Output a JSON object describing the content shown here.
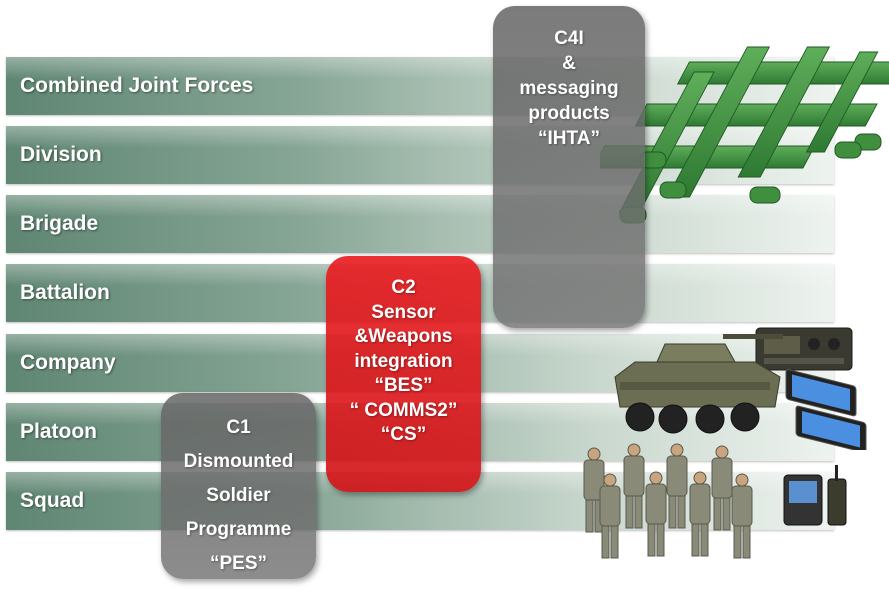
{
  "levels": [
    {
      "label": "Combined Joint Forces"
    },
    {
      "label": "Division"
    },
    {
      "label": "Brigade"
    },
    {
      "label": "Battalion"
    },
    {
      "label": "Company"
    },
    {
      "label": "Platoon"
    },
    {
      "label": "Squad"
    }
  ],
  "boxes": {
    "c4i": {
      "lines": [
        "C4I",
        "&",
        "messaging",
        "products",
        "“IHTA”"
      ],
      "color": "#6e6e6e"
    },
    "c2": {
      "lines": [
        "C2",
        "Sensor",
        "&Weapons",
        "integration",
        "“BES”",
        "“ COMMS2”",
        "“CS”"
      ],
      "color": "#e01e22"
    },
    "c1": {
      "lines": [
        "C1",
        "Dismounted",
        "Soldier",
        "Programme",
        "“PES”"
      ],
      "color": "#6e6e6e"
    }
  },
  "images": {
    "network": "network-grid-icon",
    "vehicle": "armored-vehicle-icon",
    "radio": "radio-unit-icon",
    "tablets": "tablet-devices-icon",
    "soldiers": "soldiers-group-icon",
    "handheld": "handheld-devices-icon"
  },
  "colors": {
    "band": "#6f9282",
    "gray_box": "#6e6e6e",
    "red_box": "#e01e22",
    "network_green": "#3c8a3c"
  }
}
